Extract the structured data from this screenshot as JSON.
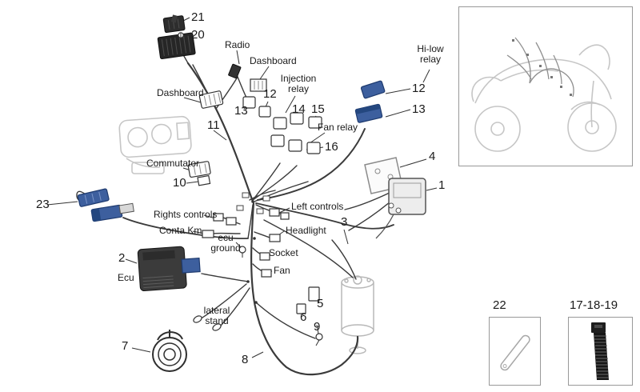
{
  "labels": {
    "n21": "21",
    "n20": "20",
    "radio": "Radio",
    "dashboard_top": "Dashboard",
    "hilow_relay": "Hi-low relay",
    "injection_relay": "Injection relay",
    "n12_mid": "12",
    "n14": "14",
    "n15": "15",
    "n12_right": "12",
    "n13_right": "13",
    "dashboard_left": "Dashboard",
    "n13_mid": "13",
    "n11": "11",
    "fan_relay": "Fan relay",
    "n16": "16",
    "commutator": "Commutator",
    "n4": "4",
    "n10": "10",
    "n1": "1",
    "n23": "23",
    "rights_controls": "Rights controls",
    "left_controls": "Left controls",
    "conta_km": "Conta Km",
    "n3": "3",
    "ecu_ground": "ecu ground",
    "headlight": "Headlight",
    "socket": "Socket",
    "n2": "2",
    "fan": "Fan",
    "ecu": "Ecu",
    "n5": "5",
    "lateral_stand": "lateral stand",
    "n6": "6",
    "n9": "9",
    "n7": "7",
    "n8": "8",
    "n22": "22",
    "n17_18_19": "17-18-19"
  },
  "colors": {
    "accent_blue": "#3d5f9e",
    "accent_blue_dark": "#1e3a6e",
    "wire_dark": "#3b3b3b",
    "ghost_gray": "#c6c6c6",
    "box_border": "#999999"
  }
}
